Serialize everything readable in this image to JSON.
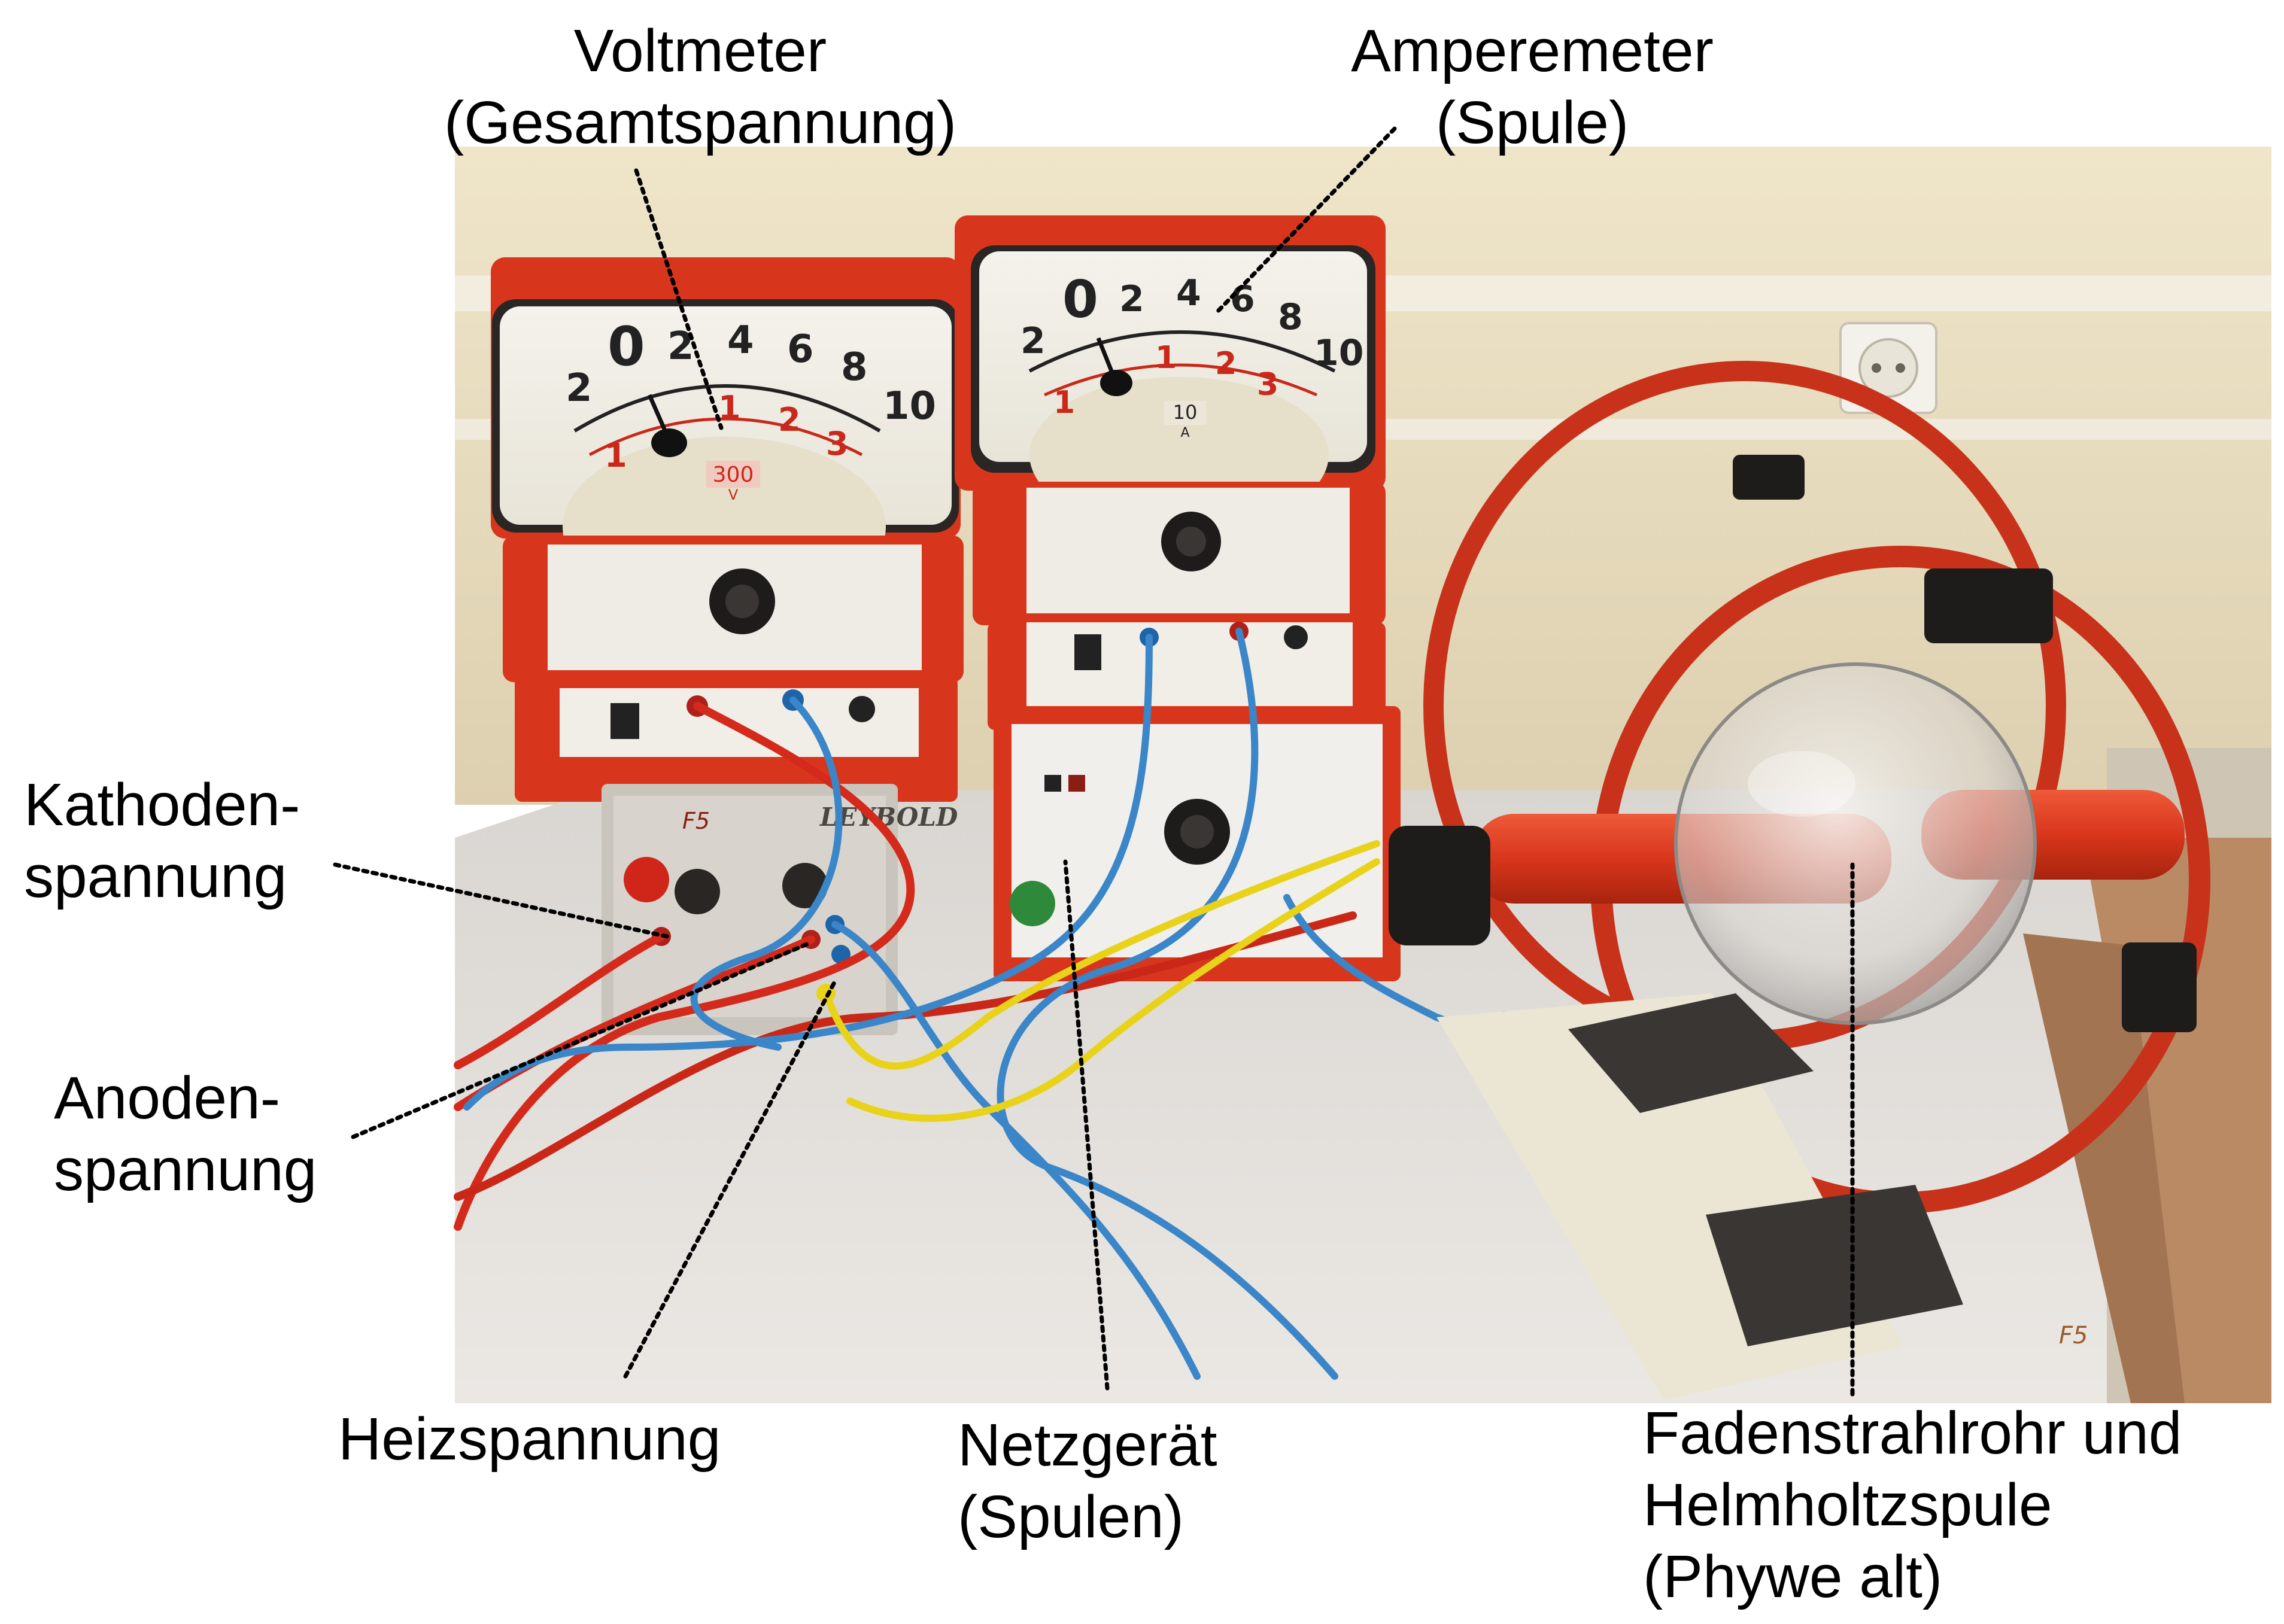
{
  "labels": {
    "voltmeter": {
      "line1": "Voltmeter",
      "line2": "(Gesamtspannung)"
    },
    "amperemeter": {
      "line1": "Amperemeter",
      "line2": "(Spule)"
    },
    "kathoden": {
      "line1": "Kathoden-",
      "line2": "spannung"
    },
    "anoden": {
      "line1": "Anoden-",
      "line2": "spannung"
    },
    "heiz": {
      "line1": "Heizspannung"
    },
    "netzgeraet": {
      "line1": "Netzgerät",
      "line2": "(Spulen)"
    },
    "fadenstrahl": {
      "line1": "Fadenstrahlrohr und",
      "line2": "Helmholtzspule",
      "line3": "(Phywe alt)"
    }
  },
  "meter_left": {
    "scale_top": [
      "2",
      "0",
      "2",
      "4",
      "6",
      "8",
      "10"
    ],
    "scale_red": [
      "1",
      "1",
      "2",
      "3"
    ],
    "range_label": "300",
    "unit": "V",
    "brand": "LEYBOLD"
  },
  "meter_right": {
    "scale_top": [
      "2",
      "0",
      "2",
      "4",
      "6",
      "8",
      "10"
    ],
    "scale_red": [
      "1",
      "1",
      "2",
      "3"
    ],
    "range_label": "10",
    "unit": "A"
  },
  "device_marks": {
    "power_supply_tag": "F5",
    "baseboard_tag": "F5"
  },
  "colors": {
    "meter_red": "#d8361c",
    "coil_red": "#c8321a",
    "wall": "#e8dcc0",
    "bench": "#e4e0da",
    "cable_blue": "#3a86c8",
    "cable_red": "#d42a1c",
    "cable_yellow": "#e8d21a"
  }
}
